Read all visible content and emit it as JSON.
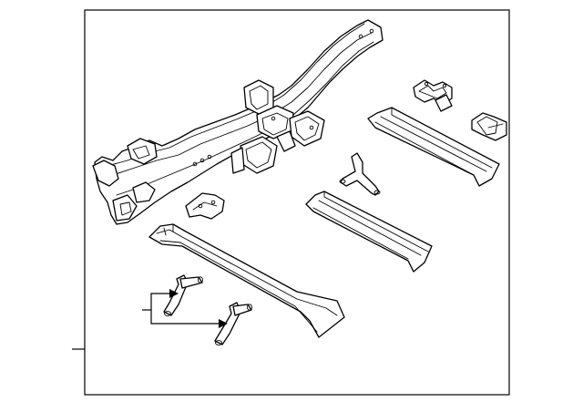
{
  "diagram": {
    "border_color": "#000000",
    "line_color": "#000000",
    "background": "#ffffff",
    "parts": [
      "frame-rail-assembly",
      "rear-bracket-upper",
      "rear-bracket-lower",
      "front-reinforcement-bracket",
      "rear-crossmember",
      "tee-connector",
      "middle-crossmember",
      "side-sill-rail",
      "tube-upper",
      "tube-lower"
    ],
    "callouts": [
      "tube-callout"
    ]
  }
}
